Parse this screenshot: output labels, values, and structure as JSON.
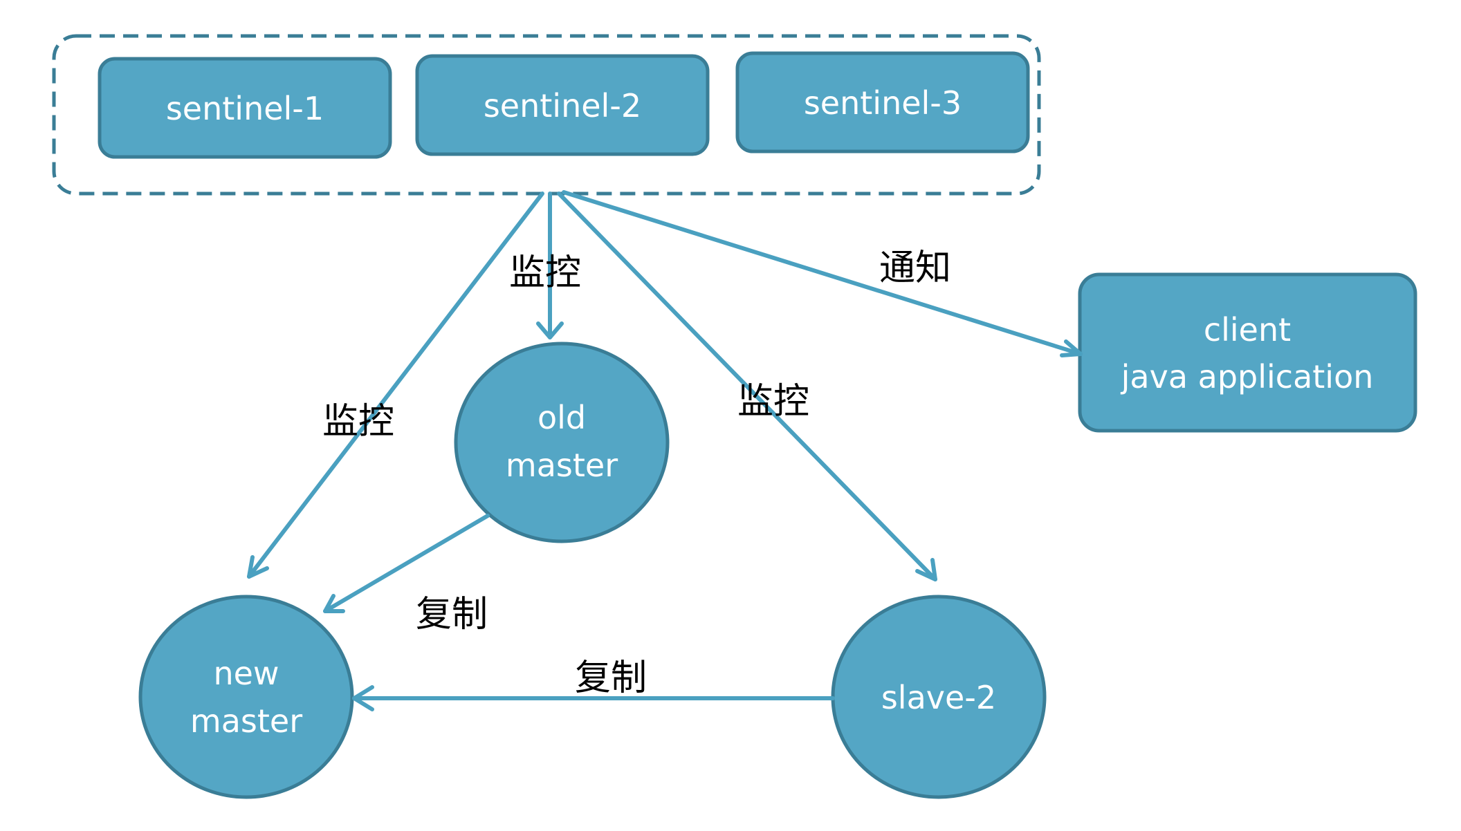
{
  "colors": {
    "node_fill": "#54A6C5",
    "node_stroke": "#3A7D96",
    "edge": "#4AA0C0",
    "group_border": "#3A7D96",
    "node_text": "#FFFFFF",
    "edge_label_text": "#000000"
  },
  "nodes": {
    "sentinel_1": "sentinel-1",
    "sentinel_2": "sentinel-2",
    "sentinel_3": "sentinel-3",
    "client_line1": "client",
    "client_line2": "java application",
    "old_master_line1": "old",
    "old_master_line2": "master",
    "new_master_line1": "new",
    "new_master_line2": "master",
    "slave_2": "slave-2"
  },
  "edges": {
    "monitor_new_master": "监控",
    "monitor_old_master": "监控",
    "monitor_slave_2": "监控",
    "notify_client": "通知",
    "replicate_old_to_new": "复制",
    "replicate_slave_to_new": "复制"
  }
}
